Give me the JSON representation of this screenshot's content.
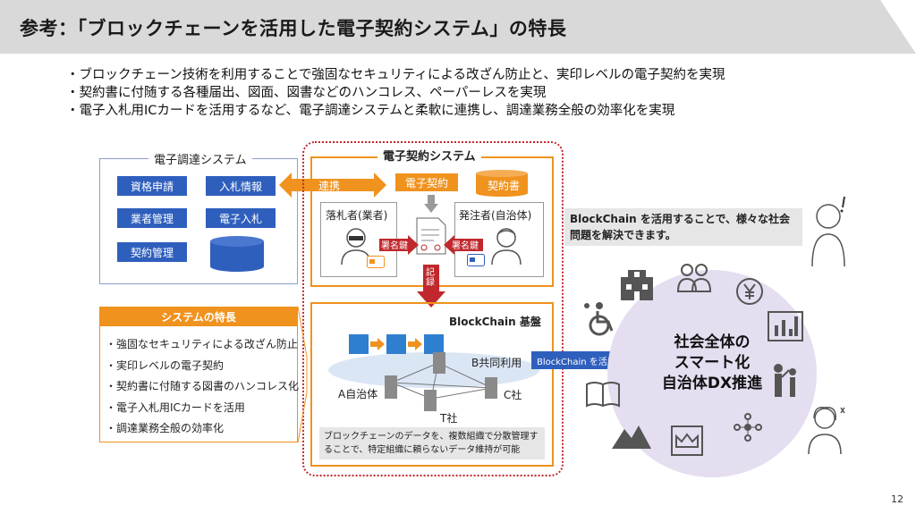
{
  "title": "参考：「ブロックチェーンを活用した電子契約システム」の特長",
  "bullets": [
    "・ブロックチェーン技術を利用することで強固なセキュリティによる改ざん防止と、実印レベルの電子契約を実現",
    "・契約書に付随する各種届出、図面、図書などのハンコレス、ペーパーレスを実現",
    "・電子入札用ICカードを活用するなど、電子調達システムと柔軟に連携し、調達業務全般の効率化を実現"
  ],
  "procurement": {
    "label": "電子調達システム",
    "buttons": [
      "資格申請",
      "入札情報",
      "業者管理",
      "電子入札",
      "契約管理"
    ]
  },
  "link_label": "連携",
  "econtract": {
    "label": "電子契約システム",
    "contract_tag": "電子契約",
    "doc_tag": "契約書",
    "bidder": "落札者(業者)",
    "orderer": "発注者(自治体)",
    "sign_key": "署名鍵",
    "record": "記録"
  },
  "features": {
    "header": "システムの特長",
    "items": [
      "・強固なセキュリティによる改ざん防止",
      "・実印レベルの電子契約",
      "・契約書に付随する図書のハンコレス化",
      "・電子入札用ICカードを活用",
      "・調達業務全般の効率化"
    ]
  },
  "blockchain": {
    "label": "BlockChain 基盤",
    "nodes": {
      "a": "A自治体",
      "b": "B共同利用",
      "c": "C社",
      "t": "T社"
    },
    "note": "ブロックチェーンのデータを、複数組織で分散管理することで、特定組織に頼らないデータ維持が可能"
  },
  "use_label": "BlockChain を活用",
  "society": {
    "speech": "BlockChain を活用することで、様々な社会問題を解決できます。",
    "circle_text": [
      "社会全体の",
      "スマート化",
      "自治体DX推進"
    ]
  },
  "page_number": "12",
  "colors": {
    "blue": "#2f5fbd",
    "orange": "#f0921e",
    "red": "#c0282d",
    "lavender": "#e4def0",
    "gray": "#d9d9d9"
  }
}
